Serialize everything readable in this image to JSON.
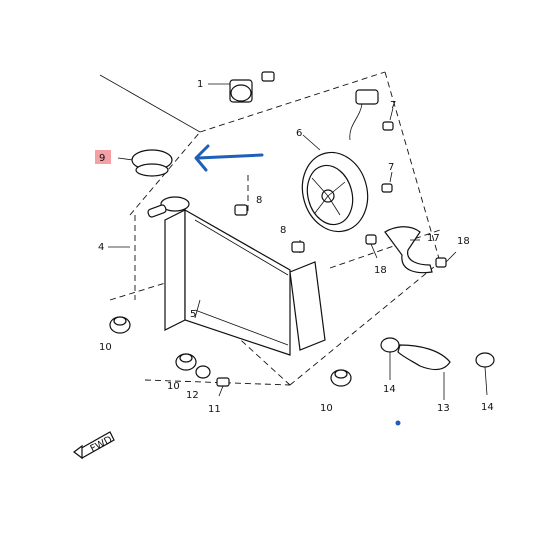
{
  "callouts": {
    "c1": "1",
    "c4": "4",
    "c5": "5",
    "c6": "6",
    "c7a": "7",
    "c7b": "7",
    "c8a": "8",
    "c8b": "8",
    "c9": "9",
    "c10a": "10",
    "c10b": "10",
    "c10c": "10",
    "c11": "11",
    "c12": "12",
    "c13": "13",
    "c14a": "14",
    "c14b": "14",
    "c17": "17",
    "c18a": "18",
    "c18b": "18"
  },
  "fwd_badge": "FWD",
  "colors": {
    "highlight_box": "#f4a0a4",
    "pointer_arrow": "#1f5fb8",
    "dot": "#1f5fb8",
    "line": "#111111"
  }
}
